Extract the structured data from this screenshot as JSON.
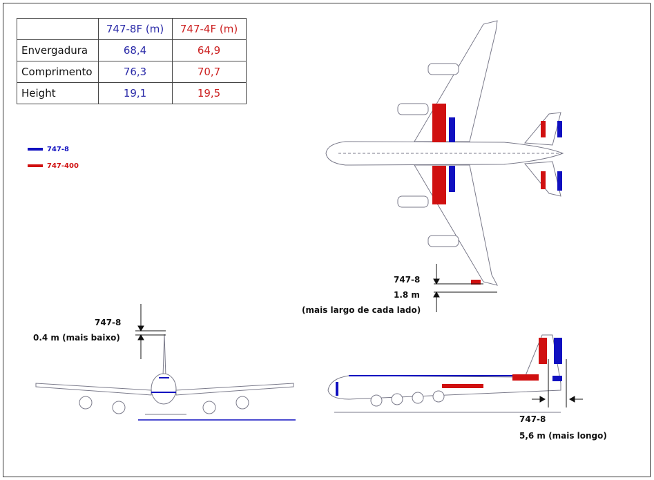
{
  "table": {
    "headers": [
      "",
      "747-8F (m)",
      "747-4F (m)"
    ],
    "rows": [
      [
        "Envergadura",
        "68,4",
        "64,9"
      ],
      [
        "Comprimento",
        "76,3",
        "70,7"
      ],
      [
        "Height",
        "19,1",
        "19,5"
      ]
    ]
  },
  "legend": [
    {
      "label": "747-8",
      "color": "#1010c0"
    },
    {
      "label": "747-400",
      "color": "#d01010"
    }
  ],
  "annotations": {
    "wing": {
      "model": "747-8",
      "value": "1.8 m",
      "note": "(mais largo de cada lado)"
    },
    "height": {
      "model": "747-8",
      "value": "0.4 m (mais baixo)"
    },
    "length": {
      "model": "747-8",
      "value": "5,6 m (mais longo)"
    }
  },
  "colors": {
    "blue": "#1010c0",
    "red": "#d01010",
    "outline": "#7a7a8a"
  }
}
